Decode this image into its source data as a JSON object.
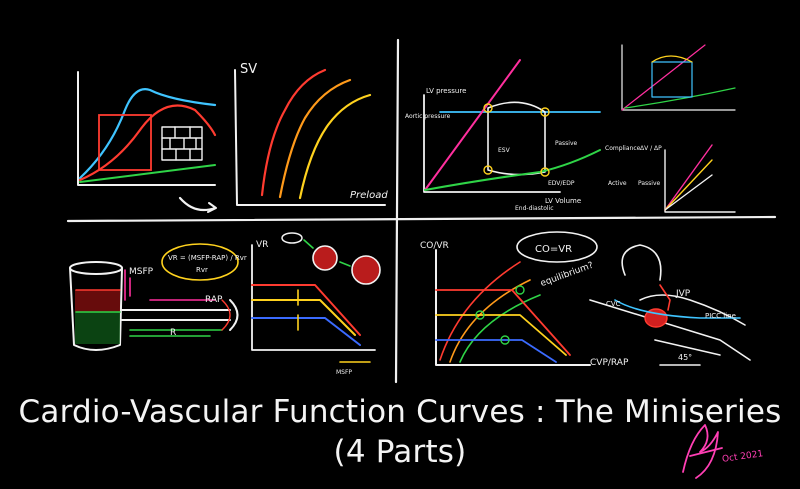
{
  "title": {
    "line1": "Cardio-Vascular Function Curves : The Miniseries",
    "line2": "(4 Parts)"
  },
  "panel_top_left": {
    "sv_label": "SV",
    "preload_label": "Preload"
  },
  "panel_top_right": {
    "lv_pressure": "LV pressure",
    "aortic_pressure": "Aortic pressure",
    "lv_volume": "LV Volume",
    "end_diastolic_volume": "End-diastolic",
    "esv": "ESV",
    "edv": "EDV/EDP",
    "compliance": "Compliance",
    "compliance_formula": "ΔV / ΔP",
    "active": "Active",
    "passive": "Passive",
    "passive_label": "Passive"
  },
  "panel_bottom_left": {
    "vr_label": "VR",
    "msfp": "MSFP",
    "rap": "RAP",
    "rvr": "Rvr",
    "formula": "VR = (MSFP-RAP) / Rvr",
    "r_label": "R",
    "msfp_axis": "MSFP"
  },
  "panel_bottom_right": {
    "axis_y": "CO/VR",
    "axis_x": "CVP/RAP",
    "co_vr": "CO=VR",
    "equilibrium": "equilibrium?",
    "jvp": "JVP",
    "cvc": "CVC",
    "picc": "PICC line",
    "angle": "45°"
  },
  "signature": {
    "date": "Oct 2021"
  },
  "colors": {
    "red": "#ff3b30",
    "orange": "#ff9a1a",
    "yellow": "#ffd21e",
    "green": "#2fd447",
    "cyan": "#3fc4ff",
    "magenta": "#ff2f9e",
    "blue": "#3b6bff",
    "white": "#f2f2f2"
  }
}
